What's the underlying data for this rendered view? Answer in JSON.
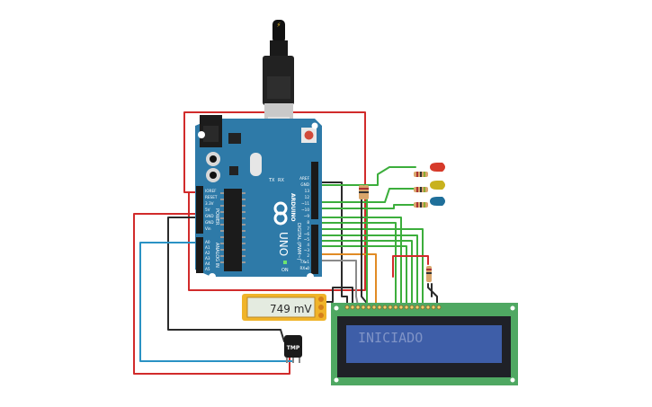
{
  "multimeter": {
    "reading": "749 mV"
  },
  "lcd": {
    "text": "INICIADO"
  },
  "sensor": {
    "label": "TMP"
  },
  "arduino": {
    "brand": "ARDUINO",
    "model": "UNO",
    "power_header": "POWER",
    "analog_header": "ANALOG IN",
    "digital_header": "DIGITAL (PWM~)",
    "tx": "TX",
    "rx": "RX",
    "on_label": "ON",
    "power_pins": [
      "IOREF",
      "RESET",
      "3.3V",
      "5V",
      "GND",
      "GND",
      "Vin"
    ],
    "analog_pins": [
      "A0",
      "A1",
      "A2",
      "A3",
      "A4",
      "A5"
    ],
    "digital_pins_top": [
      "AREF",
      "GND",
      "13",
      "12",
      "~11",
      "~10",
      "~9",
      "8"
    ],
    "digital_pins_bottom": [
      "7",
      "~6",
      "~5",
      "4",
      "~3",
      "2",
      "TX▸1",
      "RX◂0"
    ]
  },
  "colors": {
    "board": "#2e7aa8",
    "lcd_pcb": "#4fa862",
    "lcd_screen": "#3e5ea8",
    "lcd_text": "#7f93c6",
    "wire_red": "#d12b2b",
    "wire_green": "#3cae3c",
    "wire_blue": "#2a92c4",
    "wire_black": "#2b2b2b",
    "wire_orange": "#e18b25",
    "wire_gray": "#8a8a8a",
    "multimeter": "#f0b429",
    "led_red": "#d63a2a",
    "led_yellow": "#c8b21e",
    "led_blue": "#1f6f9a"
  }
}
